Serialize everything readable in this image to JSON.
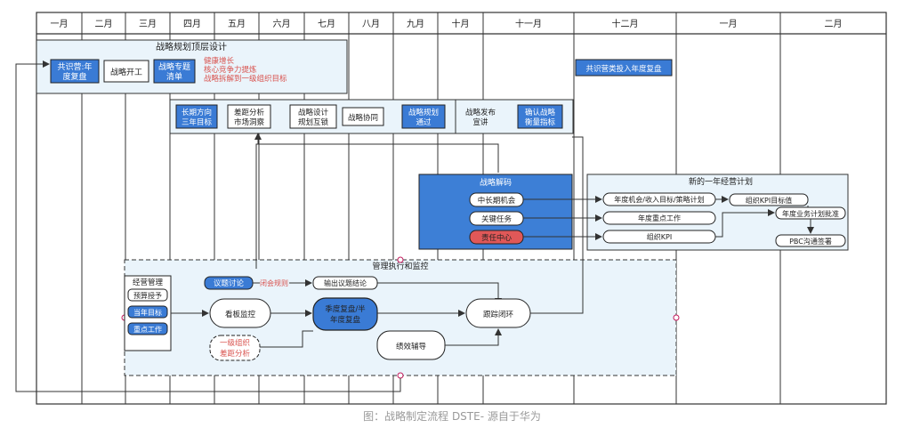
{
  "months": [
    "一月",
    "二月",
    "三月",
    "四月",
    "五月",
    "六月",
    "七月",
    "八月",
    "九月",
    "十月",
    "十一月",
    "十二月",
    "一月",
    "二月"
  ],
  "top_design": {
    "title": "战略规划顶层设计",
    "boxes": [
      "共识营:年度复盘",
      "战略开工",
      "战略专题清单"
    ],
    "red_notes": [
      "健康增长",
      "核心竞争力提炼",
      "战略拆解到一级组织目标"
    ],
    "dec_box": "共识营类投入年度复盘"
  },
  "flow_row": [
    "长期方向三年目标",
    "差距分析市场洞察",
    "战略设计规划互锁",
    "战略协同",
    "战略规划通过",
    "战略发布宣讲",
    "确认战略衡量指标"
  ],
  "decode": {
    "title": "战略解码",
    "items": [
      "中长期机会",
      "关键任务",
      "责任中心"
    ]
  },
  "plan": {
    "title": "新的一年经营计划",
    "items": [
      "年度机会/收入目标/策略计划",
      "年度重点工作",
      "组织KPI"
    ],
    "kpi_value": "组织KPI目标值",
    "approval": "年度业务计划批准",
    "pbc": "PBC沟通签署"
  },
  "monitor": {
    "title": "管理执行和监控",
    "ops_title": "经营管理",
    "ops_items": [
      "预算授予",
      "当年目标",
      "重点工作"
    ],
    "topic": "议题讨论",
    "rule": "闭会规则",
    "output": "输出议题结论",
    "board": "看板监控",
    "review": "季度复盘/半年度复盘",
    "gap": "一级组织差距分析",
    "close": "跟踪闭环",
    "perf": "绩效辅导"
  },
  "caption": "图：战略制定流程 DSTE- 源自于华为",
  "colors": {
    "dark_blue": "#3a7bd5",
    "decode_blue": "#3d7fd6",
    "red_fill": "#e05858",
    "red_text": "#d9534f",
    "region_fill": "#eaf4fb",
    "grid": "#333333"
  }
}
